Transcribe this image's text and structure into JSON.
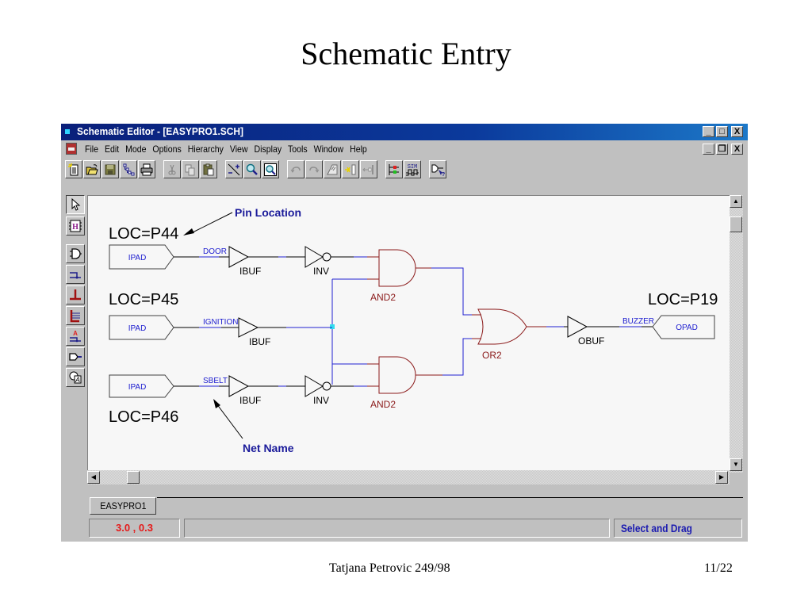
{
  "slide": {
    "title": "Schematic Entry",
    "footer_author": "Tatjana Petrovic 249/98",
    "footer_page": "11/22"
  },
  "window": {
    "title": "Schematic Editor - [EASYPRO1.SCH]",
    "caption_buttons": {
      "minimize": "_",
      "maximize": "□",
      "close": "X"
    },
    "mdi_buttons": {
      "minimize": "_",
      "restore": "❐",
      "close": "X"
    }
  },
  "menubar": {
    "items": [
      "File",
      "Edit",
      "Mode",
      "Options",
      "Hierarchy",
      "View",
      "Display",
      "Tools",
      "Window",
      "Help"
    ]
  },
  "toolbar": {
    "buttons": [
      {
        "name": "new-icon"
      },
      {
        "name": "open-icon"
      },
      {
        "name": "save-icon"
      },
      {
        "name": "hierarchy-icon"
      },
      {
        "name": "print-icon"
      },
      {
        "name": "cut-icon"
      },
      {
        "name": "copy-icon"
      },
      {
        "name": "paste-icon"
      },
      {
        "name": "zoom-in-out-icon"
      },
      {
        "name": "zoom-icon"
      },
      {
        "name": "zoom-box-icon"
      },
      {
        "name": "undo-icon"
      },
      {
        "name": "redo-icon"
      },
      {
        "name": "hand-icon"
      },
      {
        "name": "push-icon"
      },
      {
        "name": "pop-icon"
      },
      {
        "name": "logic-level-icon"
      },
      {
        "name": "sim-icon",
        "label": "SIM"
      },
      {
        "name": "query-icon"
      }
    ]
  },
  "left_tools": [
    {
      "name": "select-arrow-icon"
    },
    {
      "name": "hierarchy-symbol-icon",
      "label": "H"
    },
    {
      "name": "add-symbol-icon"
    },
    {
      "name": "add-net-icon"
    },
    {
      "name": "add-bus-icon"
    },
    {
      "name": "add-bus-tap-icon"
    },
    {
      "name": "net-name-icon",
      "label": "A"
    },
    {
      "name": "io-marker-icon"
    },
    {
      "name": "add-text-icon"
    }
  ],
  "schematic": {
    "annotations": {
      "pin_location": "Pin Location",
      "net_name": "Net Name"
    },
    "loc_labels": [
      "LOC=P44",
      "LOC=P45",
      "LOC=P46",
      "LOC=P19"
    ],
    "pads": [
      "IPAD",
      "IPAD",
      "IPAD",
      "OPAD"
    ],
    "nets": [
      "DOOR",
      "IGNITION",
      "SBELT",
      "BUZZER"
    ],
    "components": {
      "ibuf": "IBUF",
      "inv": "INV",
      "and2": "AND2",
      "or2": "OR2",
      "obuf": "OBUF"
    }
  },
  "tabs": [
    {
      "label": "EASYPRO1"
    }
  ],
  "statusbar": {
    "coords": "3.0 ,  0.3",
    "mode": "Select and Drag"
  },
  "colors": {
    "titlebar_dark": "#0a1f7a",
    "net_blue": "#2020d0",
    "gate_red": "#8b1a1a",
    "junction": "#33ddee",
    "coord_red": "#e51a1a",
    "status_blue": "#1a1ab0"
  }
}
